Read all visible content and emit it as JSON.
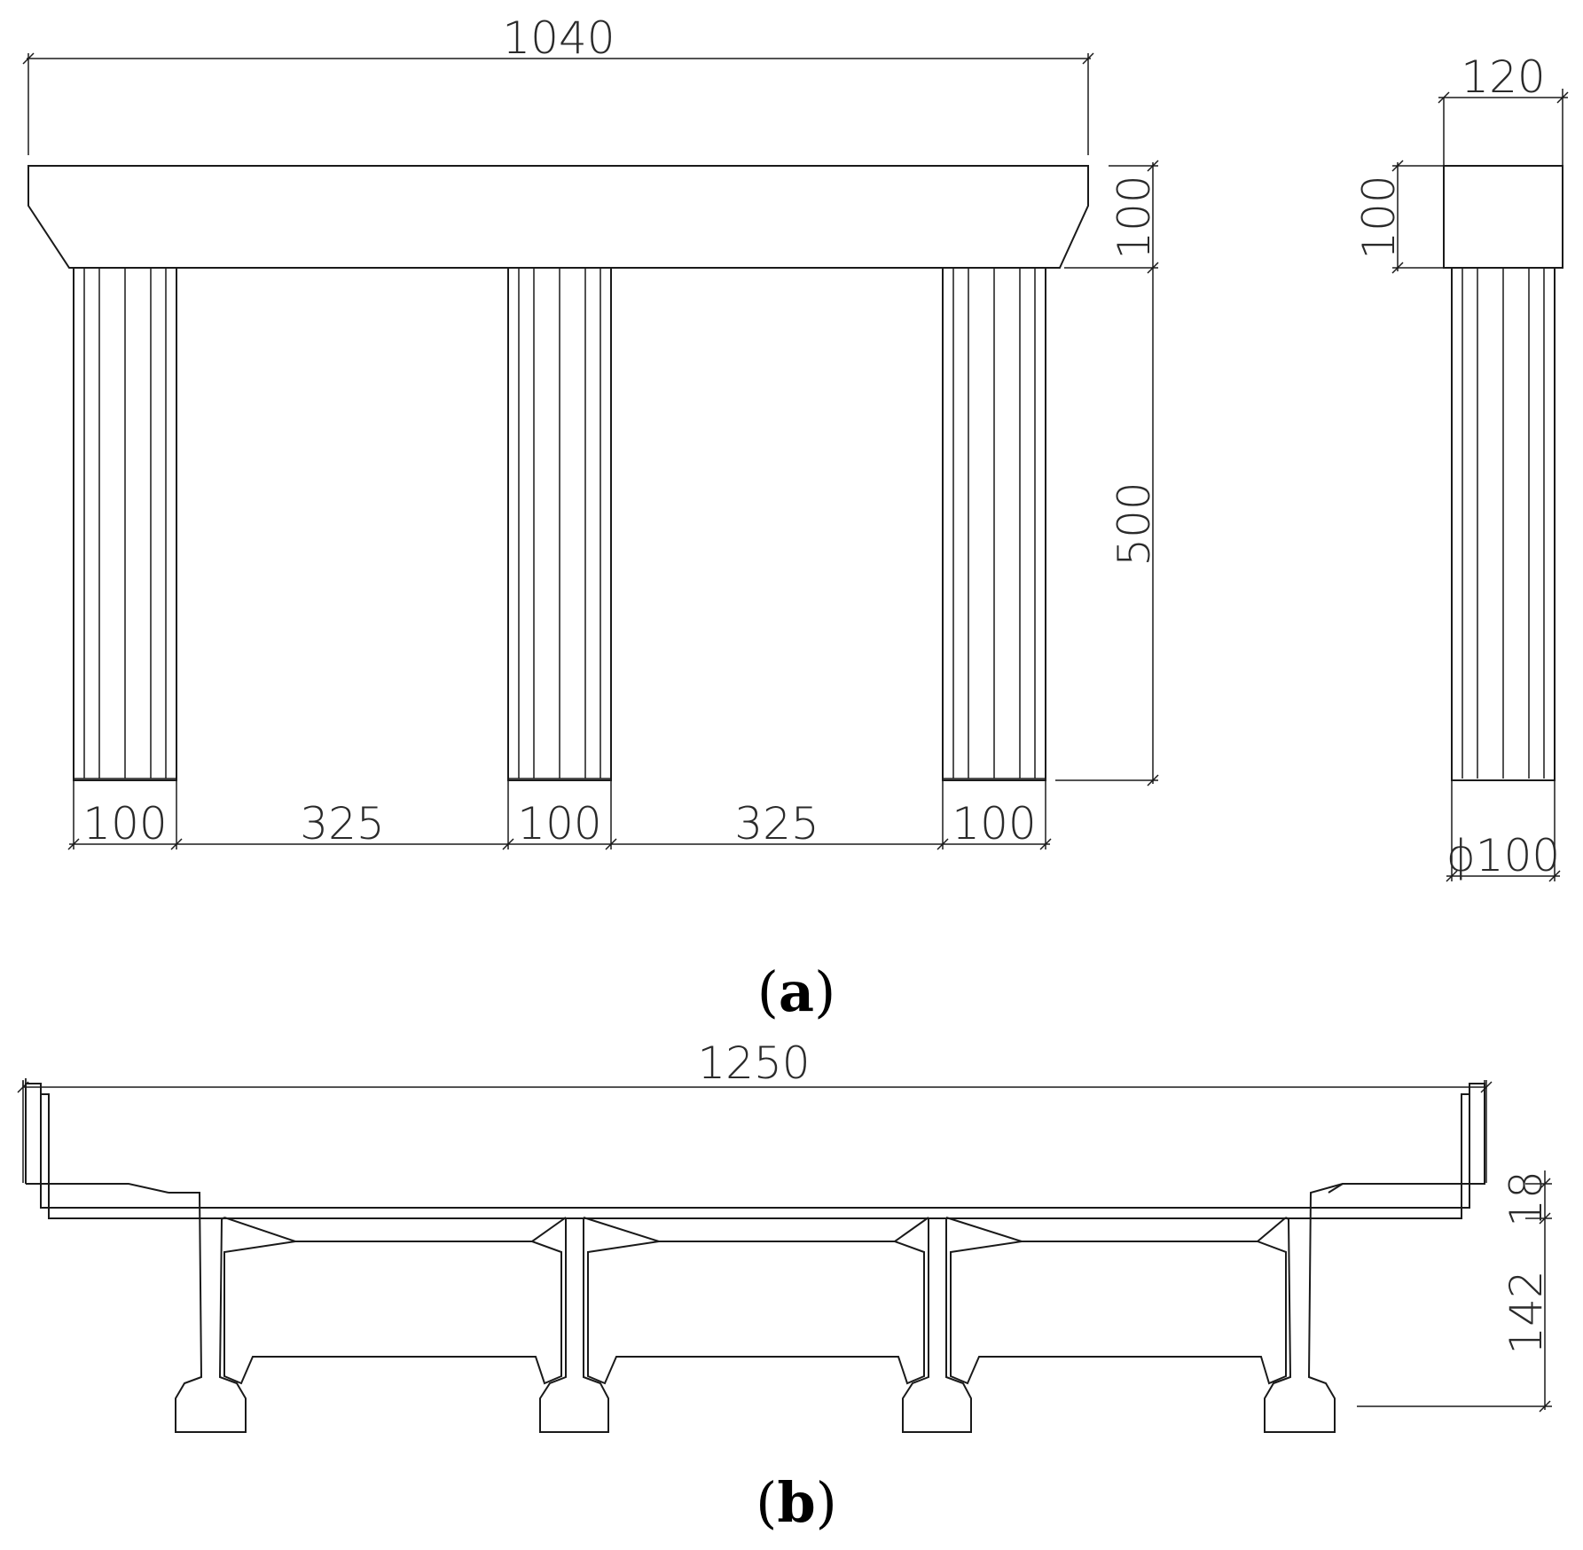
{
  "panel_a": {
    "caption_letter": "a",
    "front_view": {
      "overall_width": "1040",
      "cap_height": "100",
      "column_height": "500",
      "column_width_left": "100",
      "span_left": "325",
      "column_width_middle": "100",
      "span_right": "325",
      "column_width_right": "100"
    },
    "side_view": {
      "cap_depth": "120",
      "cap_height": "100",
      "column_diameter": "ϕ100"
    }
  },
  "panel_b": {
    "caption_letter": "b",
    "deck_width": "1250",
    "slab_thickness": "18",
    "girder_depth": "142"
  },
  "colors": {
    "line": "#1a1a1a",
    "background": "#ffffff"
  }
}
